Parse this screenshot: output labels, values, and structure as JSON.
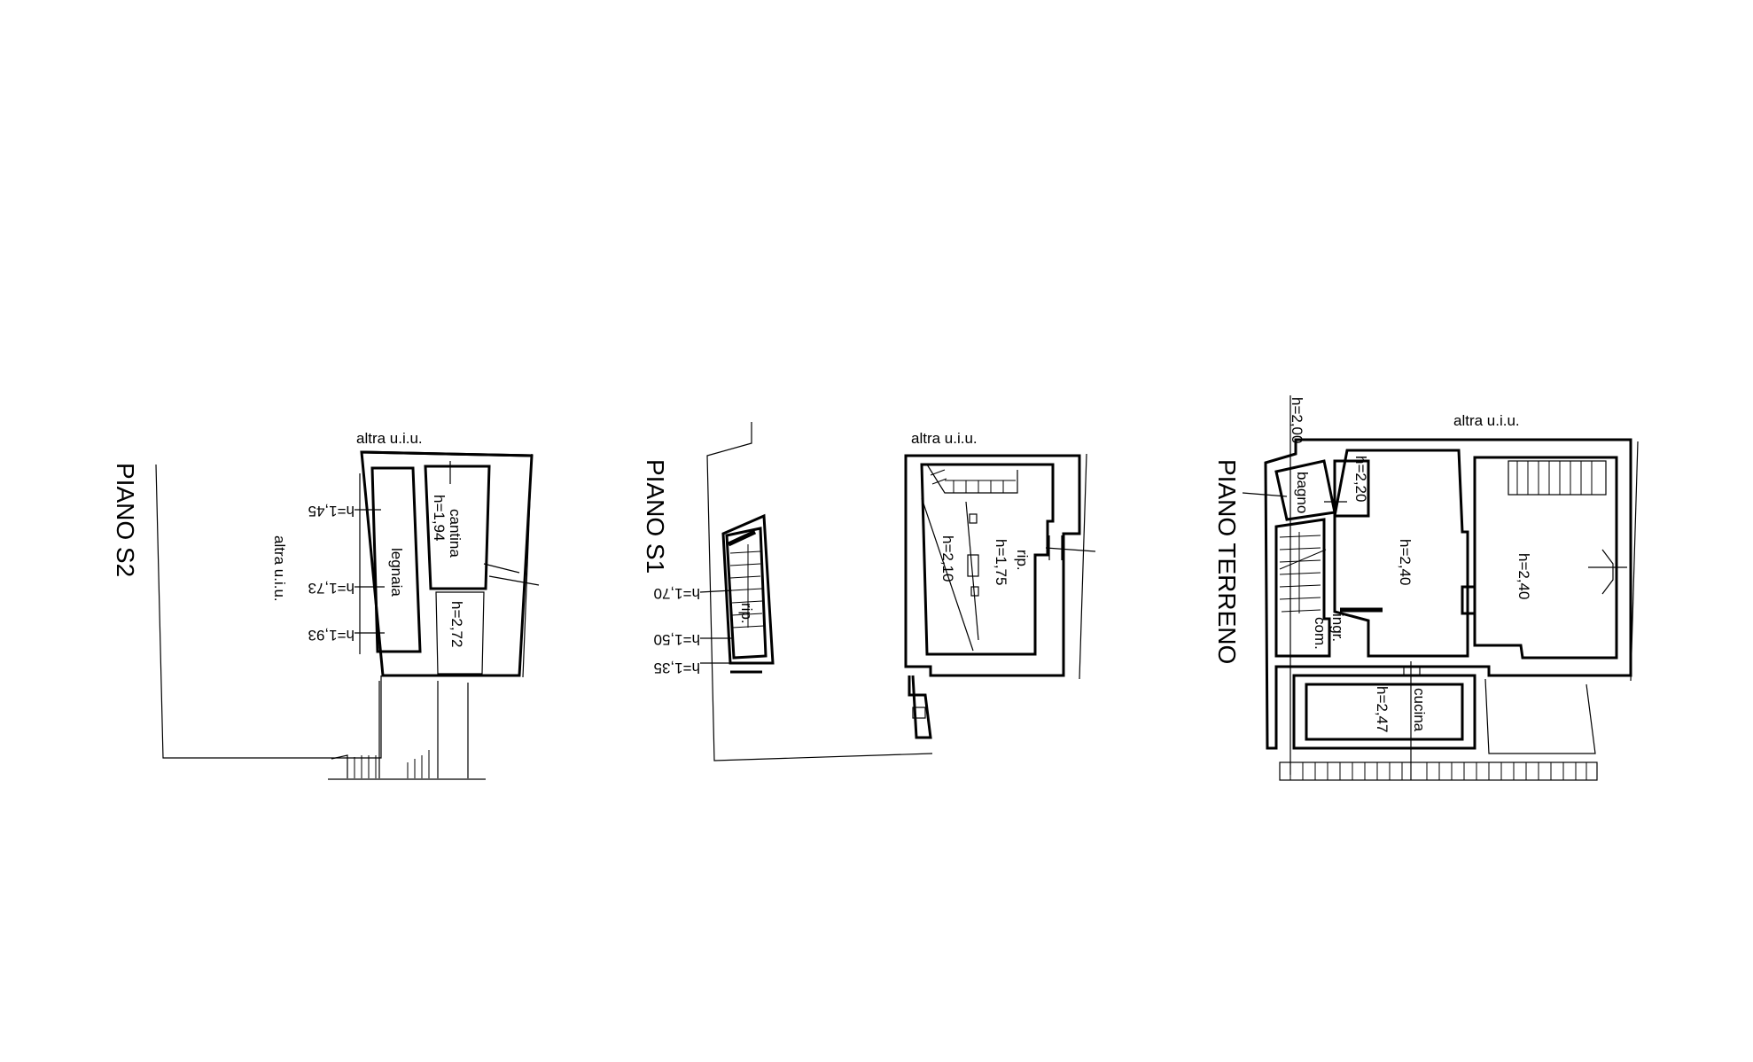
{
  "colors": {
    "background": "#ffffff",
    "line": "#000000"
  },
  "floors": [
    {
      "title": "PIANO S2",
      "labels": {
        "altra_top": "altra u.i.u.",
        "altra_side": "altra u.i.u.",
        "cantina": "cantina",
        "h_cantina": "h=1,94",
        "legnaia": "legnaia",
        "h_272": "h=2,72",
        "h_145": "h=1,45",
        "h_173": "h=1,73",
        "h_193": "h=1,93"
      }
    },
    {
      "title": "PIANO S1",
      "labels": {
        "altra_top": "altra u.i.u.",
        "rip_small": "rip.",
        "h_170": "h=1,70",
        "h_150": "h=1,50",
        "h_135": "h=1,35",
        "rip": "rip.",
        "h_175": "h=1,75",
        "h_210": "h=2,10"
      }
    },
    {
      "title": "PIANO TERRENO",
      "labels": {
        "altra_top": "altra u.i.u.",
        "h_200": "h=2,00",
        "h_220": "h=2,20",
        "bagno": "bagno",
        "h_240_a": "h=2,40",
        "h_240_b": "h=2,40",
        "ingr": "ingr.",
        "com": "com.",
        "cucina": "cucina",
        "h_247": "h=2,47"
      }
    }
  ]
}
